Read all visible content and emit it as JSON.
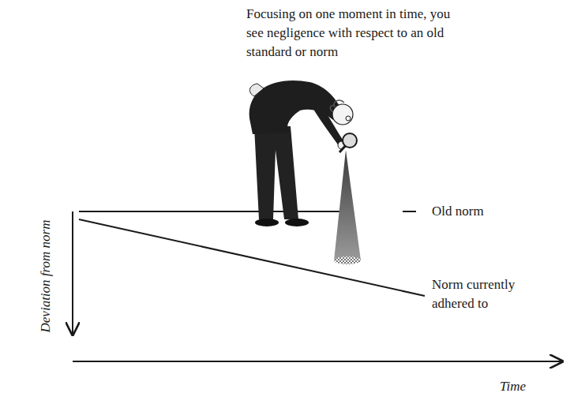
{
  "diagram": {
    "labels": [
      "Focusing on one moment in time, you see negligence with respect to an old standard or norm",
      "Old norm",
      "Norm currently adhered to",
      "Deviation from norm",
      "Time"
    ]
  }
}
